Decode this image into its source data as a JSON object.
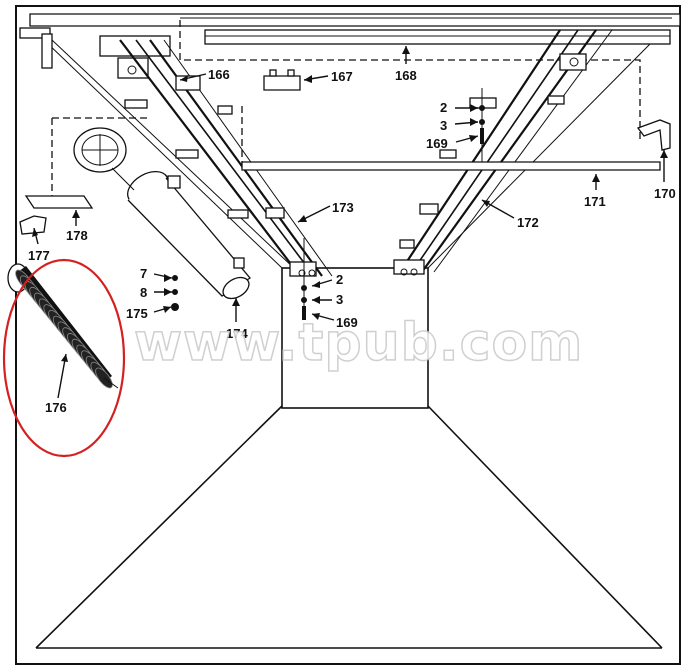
{
  "diagram": {
    "callouts": [
      {
        "id": "166",
        "text": "166"
      },
      {
        "id": "167",
        "text": "167"
      },
      {
        "id": "168",
        "text": "168"
      },
      {
        "id": "2a",
        "text": "2"
      },
      {
        "id": "3a",
        "text": "3"
      },
      {
        "id": "169a",
        "text": "169"
      },
      {
        "id": "170",
        "text": "170"
      },
      {
        "id": "171",
        "text": "171"
      },
      {
        "id": "172",
        "text": "172"
      },
      {
        "id": "173",
        "text": "173"
      },
      {
        "id": "2b",
        "text": "2"
      },
      {
        "id": "3b",
        "text": "3"
      },
      {
        "id": "169b",
        "text": "169"
      },
      {
        "id": "174",
        "text": "174"
      },
      {
        "id": "7",
        "text": "7"
      },
      {
        "id": "8",
        "text": "8"
      },
      {
        "id": "175",
        "text": "175"
      },
      {
        "id": "176",
        "text": "176"
      },
      {
        "id": "177",
        "text": "177"
      },
      {
        "id": "178",
        "text": "178"
      }
    ],
    "watermark": "www.tpub.com",
    "highlight_color": "#d42020",
    "line_color": "#111111"
  }
}
